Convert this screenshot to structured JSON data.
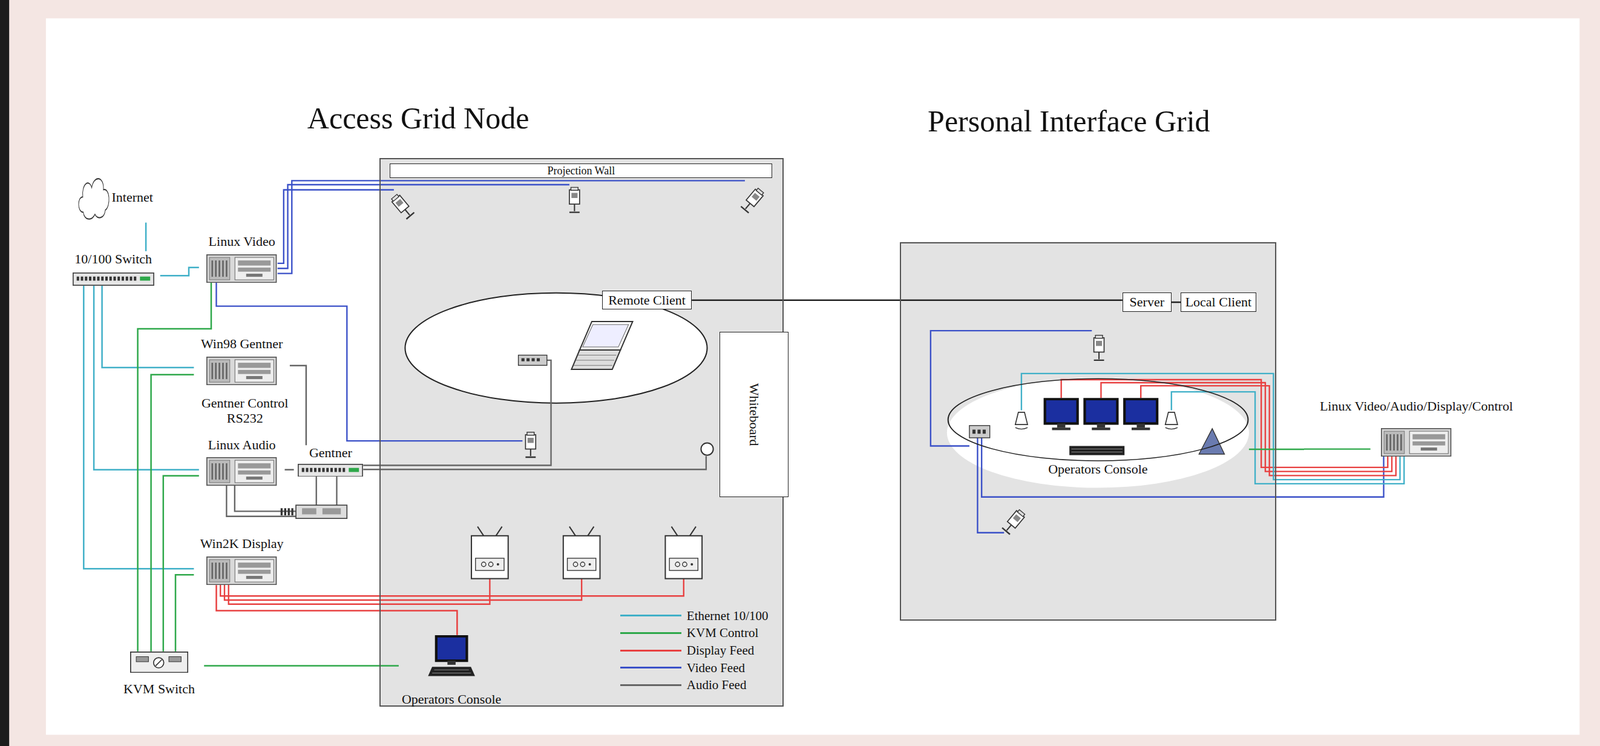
{
  "diagram": {
    "nodes": [
      {
        "text": [
          "Internet"
        ]
      },
      {
        "text": [
          "10/100 Switch"
        ]
      },
      {
        "text": [
          "Linux Video"
        ]
      },
      {
        "text": [
          "Win98 Gentner"
        ]
      },
      {
        "text": [
          "Linux Audio"
        ]
      },
      {
        "text": [
          "Gentner"
        ]
      },
      {
        "text": [
          "Win2K Display"
        ]
      },
      {
        "text": [
          "KVM Switch"
        ]
      },
      {
        "text": [
          "Access Grid Node"
        ]
      },
      {
        "text": [
          "Projection Wall"
        ],
        "in": 8
      },
      {
        "text": [
          "Remote Client"
        ],
        "in": 8
      },
      {
        "text": [
          "Whiteboard"
        ],
        "in": 8
      },
      {
        "text": [
          "Operators Console"
        ],
        "in": 8
      },
      {
        "text": [
          "Personal Interface Grid"
        ]
      },
      {
        "text": [
          "Server"
        ],
        "in": 13
      },
      {
        "text": [
          "Local Client"
        ],
        "in": 13
      },
      {
        "text": [
          "Operators Console"
        ],
        "in": 13
      },
      {
        "text": [
          "Linux Video/Audio/Display/Control"
        ]
      }
    ],
    "edges": [
      {
        "from": 0,
        "to": 1,
        "arrow": "none"
      },
      {
        "from": 1,
        "to": 2,
        "arrow": "none"
      },
      {
        "from": 1,
        "to": 3,
        "arrow": "none"
      },
      {
        "from": 1,
        "to": 4,
        "arrow": "none"
      },
      {
        "from": 1,
        "to": 6,
        "arrow": "none"
      },
      {
        "from": 7,
        "to": 2,
        "arrow": "none"
      },
      {
        "from": 7,
        "to": 3,
        "arrow": "none"
      },
      {
        "from": 7,
        "to": 4,
        "arrow": "none"
      },
      {
        "from": 7,
        "to": 6,
        "arrow": "none"
      },
      {
        "from": 7,
        "to": 12,
        "arrow": "none"
      },
      {
        "from": 3,
        "to": 5,
        "arrow": "none"
      },
      {
        "from": 4,
        "to": 5,
        "arrow": "none"
      },
      {
        "from": 6,
        "to": 12,
        "arrow": "none"
      },
      {
        "from": 10,
        "to": 14,
        "arrow": "none"
      },
      {
        "from": 14,
        "to": 15,
        "arrow": "none"
      },
      {
        "from": 17,
        "to": 16,
        "arrow": "none"
      }
    ],
    "labels": [
      "Gentner Control RS232"
    ],
    "legend": [
      {
        "text": "Ethernet 10/100",
        "color": "#40b0c8"
      },
      {
        "text": "KVM Control",
        "color": "#2ea84a"
      },
      {
        "text": "Display Feed",
        "color": "#e84040"
      },
      {
        "text": "Video Feed",
        "color": "#3a50c8"
      },
      {
        "text": "Audio Feed",
        "color": "#666666"
      }
    ]
  }
}
